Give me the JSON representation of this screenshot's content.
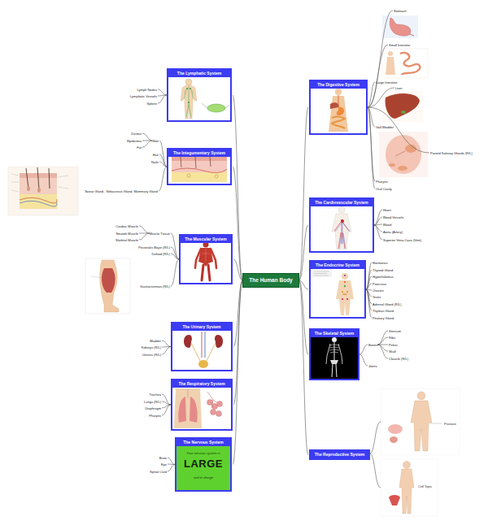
{
  "diagram": {
    "nodes": [
      {
        "text": [
          "The Human Body"
        ]
      },
      {
        "text": [
          "The Lymphatic System"
        ]
      },
      {
        "text": [
          "Lymph Nodes"
        ]
      },
      {
        "text": [
          "Lymphatic Vessels"
        ]
      },
      {
        "text": [
          "Spleen"
        ]
      },
      {
        "text": [
          "The Integumentary System"
        ]
      },
      {
        "text": [
          "Skin"
        ]
      },
      {
        "text": [
          "Dermis"
        ]
      },
      {
        "text": [
          "Epidermis"
        ]
      },
      {
        "text": [
          "Fat"
        ]
      },
      {
        "text": [
          "Hair"
        ]
      },
      {
        "text": [
          "Nails"
        ]
      },
      {
        "text": [
          "Sweat Gland , Sebaceous Gland, Mammary Gland"
        ]
      },
      {
        "text": [
          "The Muscular System"
        ]
      },
      {
        "text": [
          "Muscle Tissue"
        ]
      },
      {
        "text": [
          "Cardiac Muscle"
        ]
      },
      {
        "text": [
          "Smooth Muscle"
        ]
      },
      {
        "text": [
          "Skeletal Muscle"
        ]
      },
      {
        "text": [
          "Pectoralis Major (R/L)"
        ]
      },
      {
        "text": [
          "Deltoid (R/L)"
        ]
      },
      {
        "text": [
          "Gastrocnemius (R/L)"
        ]
      },
      {
        "text": [
          "The Urinary System"
        ]
      },
      {
        "text": [
          "Bladder"
        ]
      },
      {
        "text": [
          "Kidneys (R/L)"
        ]
      },
      {
        "text": [
          "Ureters (R/L)"
        ]
      },
      {
        "text": [
          "The Respiratory System"
        ]
      },
      {
        "text": [
          "Trachea"
        ]
      },
      {
        "text": [
          "Lungs (R/L)"
        ]
      },
      {
        "text": [
          "Diaphragm"
        ]
      },
      {
        "text": [
          "Pharynx"
        ]
      },
      {
        "text": [
          "The Nervous System"
        ]
      },
      {
        "text": [
          "Brain"
        ]
      },
      {
        "text": [
          "Eye"
        ]
      },
      {
        "text": [
          "Spinal Cord"
        ]
      },
      {
        "text": [
          "The Digestive System"
        ]
      },
      {
        "text": [
          "Stomach"
        ]
      },
      {
        "text": [
          "Small Intestine"
        ]
      },
      {
        "text": [
          "Large Intestine"
        ]
      },
      {
        "text": [
          "Liver"
        ]
      },
      {
        "text": [
          "Gall Bladder"
        ]
      },
      {
        "text": [
          "Parotid Salivary Glands (R/L)"
        ]
      },
      {
        "text": [
          "Pharynx"
        ]
      },
      {
        "text": [
          "Oral Cavity"
        ]
      },
      {
        "text": [
          "The Cardiovascular System"
        ]
      },
      {
        "text": [
          "Heart"
        ]
      },
      {
        "text": [
          "Blood Vessels"
        ]
      },
      {
        "text": [
          "Blood"
        ]
      },
      {
        "text": [
          "Aorta (Artery)"
        ]
      },
      {
        "text": [
          "Superior Vena Cava (Vein)"
        ]
      },
      {
        "text": [
          "The Endocrine System"
        ]
      },
      {
        "text": [
          "Hormones"
        ]
      },
      {
        "text": [
          "Thyroid Gland"
        ]
      },
      {
        "text": [
          "Hypothalamus"
        ]
      },
      {
        "text": [
          "Pancreas"
        ]
      },
      {
        "text": [
          "Ovaries"
        ]
      },
      {
        "text": [
          "Testis"
        ]
      },
      {
        "text": [
          "Adrenal Gland (R/L)"
        ]
      },
      {
        "text": [
          "Thymus Gland"
        ]
      },
      {
        "text": [
          "Pituitary Gland"
        ]
      },
      {
        "text": [
          "The Skeletal System"
        ]
      },
      {
        "text": [
          "Bones"
        ]
      },
      {
        "text": [
          "Sternum"
        ]
      },
      {
        "text": [
          "Ribs"
        ]
      },
      {
        "text": [
          "Pelvis"
        ]
      },
      {
        "text": [
          "Skull"
        ]
      },
      {
        "text": [
          "Clavicle (R/L)"
        ]
      },
      {
        "text": [
          "Joints"
        ]
      },
      {
        "text": [
          "The Reproductive System"
        ]
      }
    ],
    "edges": [
      {
        "from": 0,
        "to": 1,
        "arrow": "none"
      },
      {
        "from": 0,
        "to": 5,
        "arrow": "none"
      },
      {
        "from": 0,
        "to": 13,
        "arrow": "none"
      },
      {
        "from": 0,
        "to": 21,
        "arrow": "none"
      },
      {
        "from": 0,
        "to": 25,
        "arrow": "none"
      },
      {
        "from": 0,
        "to": 30,
        "arrow": "none"
      },
      {
        "from": 0,
        "to": 34,
        "arrow": "none"
      },
      {
        "from": 0,
        "to": 43,
        "arrow": "none"
      },
      {
        "from": 0,
        "to": 49,
        "arrow": "none"
      },
      {
        "from": 0,
        "to": 59,
        "arrow": "none"
      },
      {
        "from": 0,
        "to": 67,
        "arrow": "none"
      },
      {
        "from": 1,
        "to": 2,
        "arrow": "none"
      },
      {
        "from": 1,
        "to": 3,
        "arrow": "none"
      },
      {
        "from": 1,
        "to": 4,
        "arrow": "none"
      },
      {
        "from": 5,
        "to": 6,
        "arrow": "none"
      },
      {
        "from": 6,
        "to": 7,
        "arrow": "none"
      },
      {
        "from": 6,
        "to": 8,
        "arrow": "none"
      },
      {
        "from": 6,
        "to": 9,
        "arrow": "none"
      },
      {
        "from": 5,
        "to": 10,
        "arrow": "none"
      },
      {
        "from": 5,
        "to": 11,
        "arrow": "none"
      },
      {
        "from": 5,
        "to": 12,
        "arrow": "none"
      },
      {
        "from": 13,
        "to": 14,
        "arrow": "none"
      },
      {
        "from": 14,
        "to": 15,
        "arrow": "none"
      },
      {
        "from": 14,
        "to": 16,
        "arrow": "none"
      },
      {
        "from": 14,
        "to": 17,
        "arrow": "none"
      },
      {
        "from": 13,
        "to": 18,
        "arrow": "none"
      },
      {
        "from": 13,
        "to": 19,
        "arrow": "none"
      },
      {
        "from": 13,
        "to": 20,
        "arrow": "none"
      },
      {
        "from": 21,
        "to": 22,
        "arrow": "none"
      },
      {
        "from": 21,
        "to": 23,
        "arrow": "none"
      },
      {
        "from": 21,
        "to": 24,
        "arrow": "none"
      },
      {
        "from": 25,
        "to": 26,
        "arrow": "none"
      },
      {
        "from": 25,
        "to": 27,
        "arrow": "none"
      },
      {
        "from": 25,
        "to": 28,
        "arrow": "none"
      },
      {
        "from": 25,
        "to": 29,
        "arrow": "none"
      },
      {
        "from": 30,
        "to": 31,
        "arrow": "none"
      },
      {
        "from": 30,
        "to": 32,
        "arrow": "none"
      },
      {
        "from": 30,
        "to": 33,
        "arrow": "none"
      },
      {
        "from": 34,
        "to": 35,
        "arrow": "none"
      },
      {
        "from": 34,
        "to": 36,
        "arrow": "none"
      },
      {
        "from": 34,
        "to": 37,
        "arrow": "none"
      },
      {
        "from": 34,
        "to": 38,
        "arrow": "none"
      },
      {
        "from": 34,
        "to": 39,
        "arrow": "none"
      },
      {
        "from": 34,
        "to": 40,
        "arrow": "none"
      },
      {
        "from": 34,
        "to": 41,
        "arrow": "none"
      },
      {
        "from": 34,
        "to": 42,
        "arrow": "none"
      },
      {
        "from": 43,
        "to": 44,
        "arrow": "none"
      },
      {
        "from": 43,
        "to": 45,
        "arrow": "none"
      },
      {
        "from": 43,
        "to": 46,
        "arrow": "none"
      },
      {
        "from": 43,
        "to": 47,
        "arrow": "none"
      },
      {
        "from": 43,
        "to": 48,
        "arrow": "none"
      },
      {
        "from": 49,
        "to": 50,
        "arrow": "none"
      },
      {
        "from": 49,
        "to": 51,
        "arrow": "none"
      },
      {
        "from": 49,
        "to": 52,
        "arrow": "none"
      },
      {
        "from": 49,
        "to": 53,
        "arrow": "none"
      },
      {
        "from": 49,
        "to": 54,
        "arrow": "none"
      },
      {
        "from": 49,
        "to": 55,
        "arrow": "none"
      },
      {
        "from": 49,
        "to": 56,
        "arrow": "none"
      },
      {
        "from": 49,
        "to": 57,
        "arrow": "none"
      },
      {
        "from": 49,
        "to": 58,
        "arrow": "none"
      },
      {
        "from": 59,
        "to": 60,
        "arrow": "none"
      },
      {
        "from": 60,
        "to": 61,
        "arrow": "none"
      },
      {
        "from": 60,
        "to": 62,
        "arrow": "none"
      },
      {
        "from": 60,
        "to": 63,
        "arrow": "none"
      },
      {
        "from": 60,
        "to": 64,
        "arrow": "none"
      },
      {
        "from": 60,
        "to": 65,
        "arrow": "none"
      },
      {
        "from": 59,
        "to": 66,
        "arrow": "none"
      }
    ],
    "labels": [
      "Your nervous system is",
      "LARGE",
      "and in charge",
      "Prostate",
      "Cell Topic"
    ]
  }
}
